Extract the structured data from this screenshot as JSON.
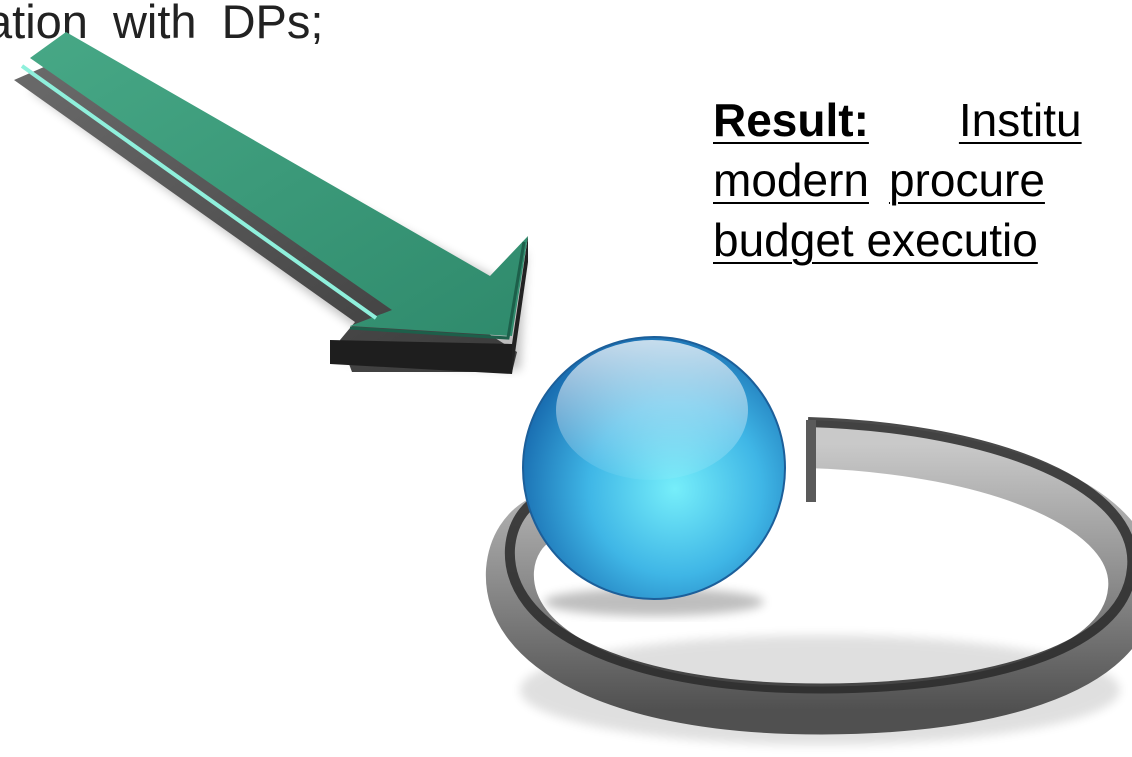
{
  "top_text": "ation  with  DPs;",
  "result": {
    "label": "Result:",
    "line1_rest": "Institu",
    "line2_word1": "modern",
    "line2_word2": "procure",
    "line3": "budget executio"
  },
  "colors": {
    "arrow_top": "#3e9a7c",
    "arrow_highlight": "#7fe3d0",
    "arrow_side": "#5a5a5a",
    "arrow_dark": "#1c1c1c",
    "sphere_light": "#6fe6f7",
    "sphere_dark": "#1e78b8",
    "ring_light": "#b8b8b8",
    "ring_dark": "#444444"
  }
}
